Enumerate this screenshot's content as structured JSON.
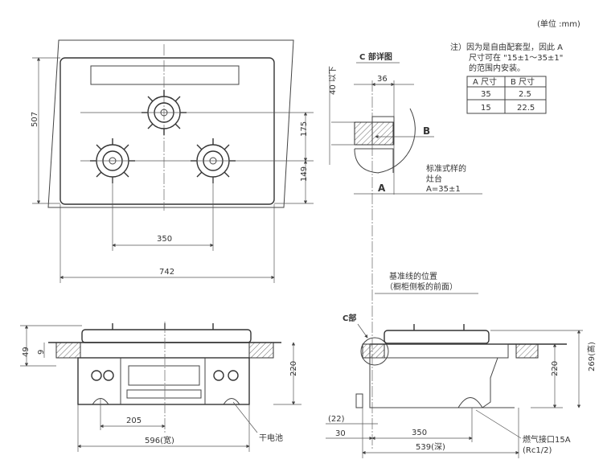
{
  "unit_label": "(单位 :mm)",
  "note": {
    "line1": "注）因为是自由配套型，因此 A",
    "line2": "尺寸可在 \"15±1～35±1\"",
    "line3": "的范围内安装。"
  },
  "table": {
    "headers": [
      "A 尺寸",
      "B 尺寸"
    ],
    "rows": [
      [
        "35",
        "2.5"
      ],
      [
        "15",
        "22.5"
      ]
    ]
  },
  "detail": {
    "title": "C 部详图",
    "dim_36": "36",
    "dim_40": "40 以下",
    "label_b": "B",
    "label_a": "A",
    "std_line1": "标准式样的",
    "std_line2": "灶台",
    "std_line3": "A=35±1",
    "ref_line1": "基准线的位置",
    "ref_line2": "（橱柜侧板的前面）"
  },
  "top_view": {
    "dim_507": "507",
    "dim_175": "175",
    "dim_149": "149",
    "dim_350": "350",
    "dim_742": "742"
  },
  "front_view": {
    "dim_49": "49",
    "dim_9": "9",
    "dim_220": "220",
    "dim_205": "205",
    "dim_596": "596(宽)",
    "battery_label": "干电池"
  },
  "side_view": {
    "c_label": "C部",
    "dim_220": "220",
    "dim_269": "269(高)",
    "dim_22": "(22)",
    "dim_30": "30",
    "dim_350": "350",
    "dim_539": "539(深)",
    "gas_line1": "燃气接口15A",
    "gas_line2": "(Rc1/2)"
  }
}
